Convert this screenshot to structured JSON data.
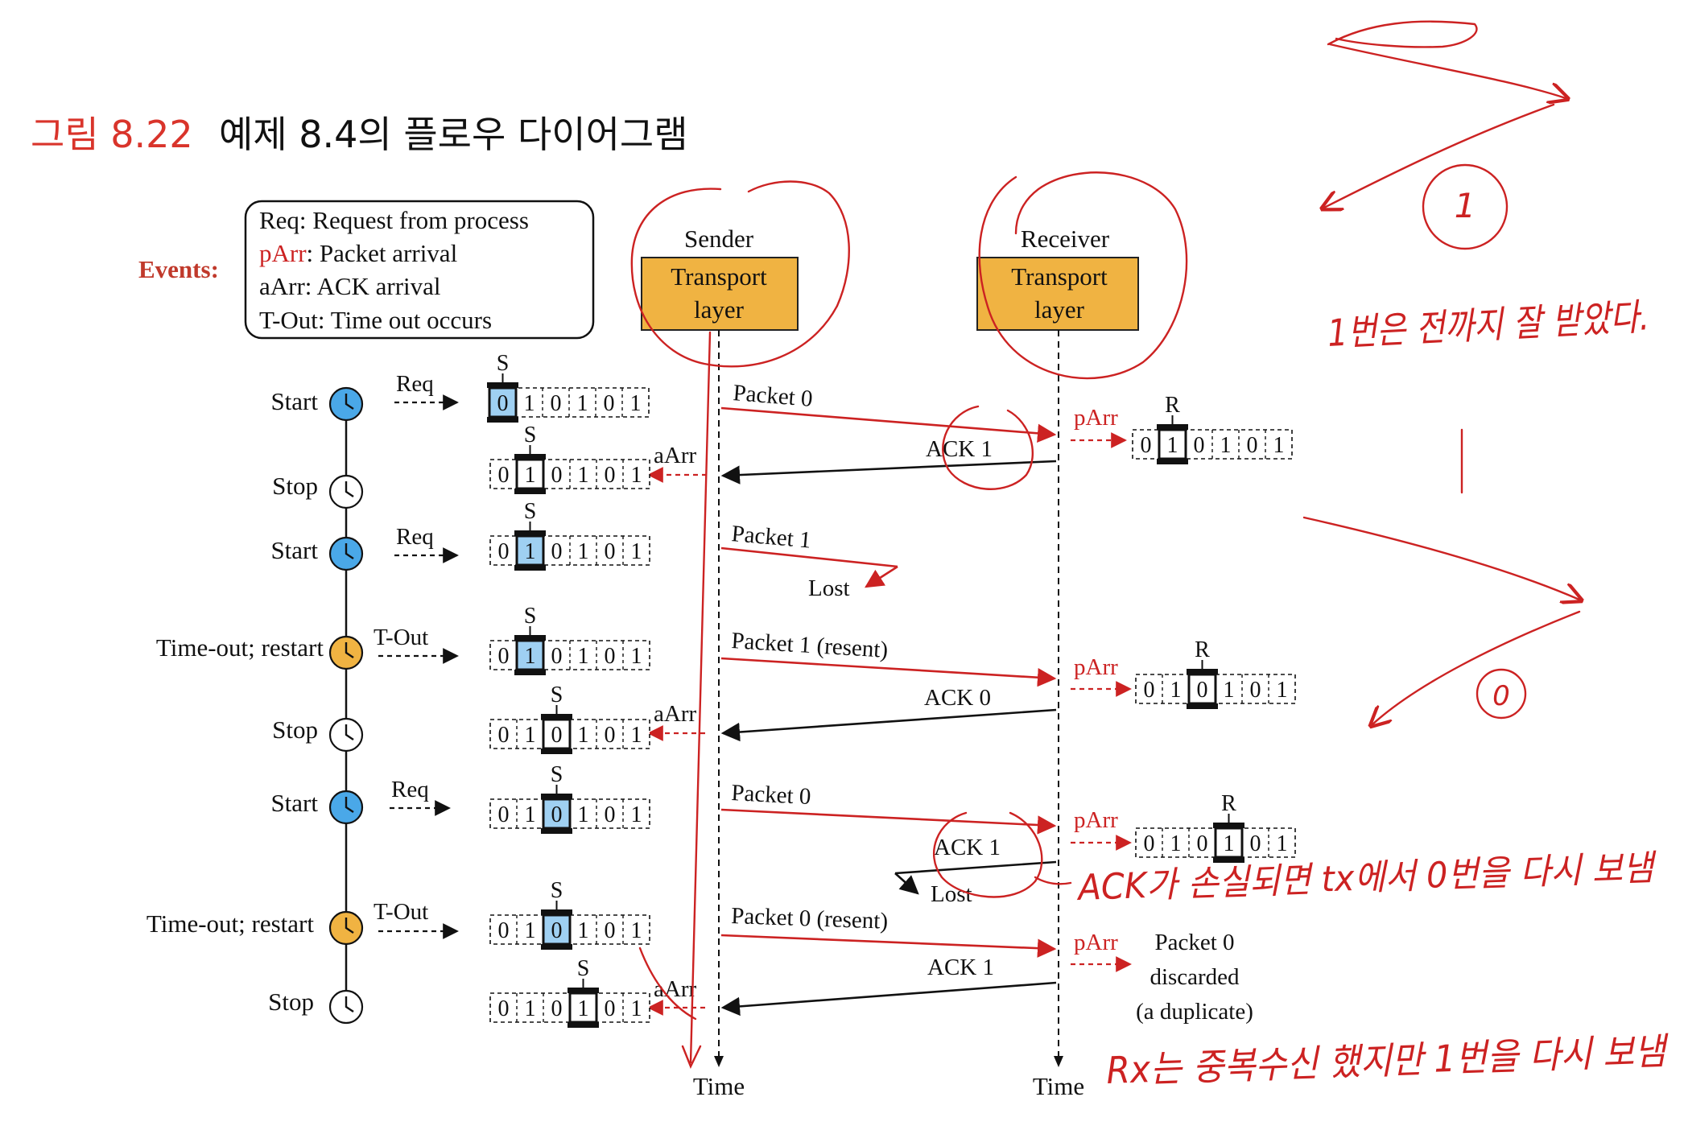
{
  "figure": {
    "number": "그림 8.22",
    "title": "예제 8.4의 플로우 다이어그램"
  },
  "events": {
    "heading": "Events:",
    "legend": {
      "req": "Req: Request from process",
      "parr_code": "pArr",
      "parr_text": ": Packet arrival",
      "aarr": "aArr: ACK arrival",
      "tout": "T-Out: Time out occurs"
    }
  },
  "sender": {
    "title": "Sender",
    "box_line1": "Transport",
    "box_line2": "layer"
  },
  "receiver": {
    "title": "Receiver",
    "box_line1": "Transport",
    "box_line2": "layer"
  },
  "time_label": "Time",
  "timer": {
    "start": "Start",
    "stop": "Stop",
    "timeout": "Time-out; restart"
  },
  "arrow_labels": {
    "req": "Req",
    "tout": "T-Out",
    "aarr": "aArr",
    "parr": "pArr"
  },
  "window_markers": {
    "sender": "S",
    "receiver": "R"
  },
  "sequence": [
    "0",
    "1",
    "0",
    "1",
    "0",
    "1"
  ],
  "messages": {
    "packet0": "Packet 0",
    "ack1": "ACK 1",
    "packet1": "Packet 1",
    "lost": "Lost",
    "packet1_resent": "Packet 1 (resent)",
    "ack0": "ACK 0",
    "packet0_resent": "Packet 0 (resent)",
    "discarded1": "Packet 0",
    "discarded2": "discarded",
    "discarded3": "(a duplicate)"
  },
  "annotations": {
    "note_right_top": "1번은 전까지 잘 받았다.",
    "circle_one": "1",
    "circle_zero": "0",
    "note_ack_lost": "ACK가 손실되면 tx에서 0번을 다시 보냄",
    "note_rx_dup": "Rx는 중복수신 했지만 1번을 다시 보냄"
  },
  "colors": {
    "title_red": "#d9342b",
    "ink_red": "#cc2222",
    "box_orange": "#f0b342",
    "clock_blue": "#4aa8e8",
    "clock_orange": "#f0b342",
    "cell_blue": "#9fd0f2"
  }
}
